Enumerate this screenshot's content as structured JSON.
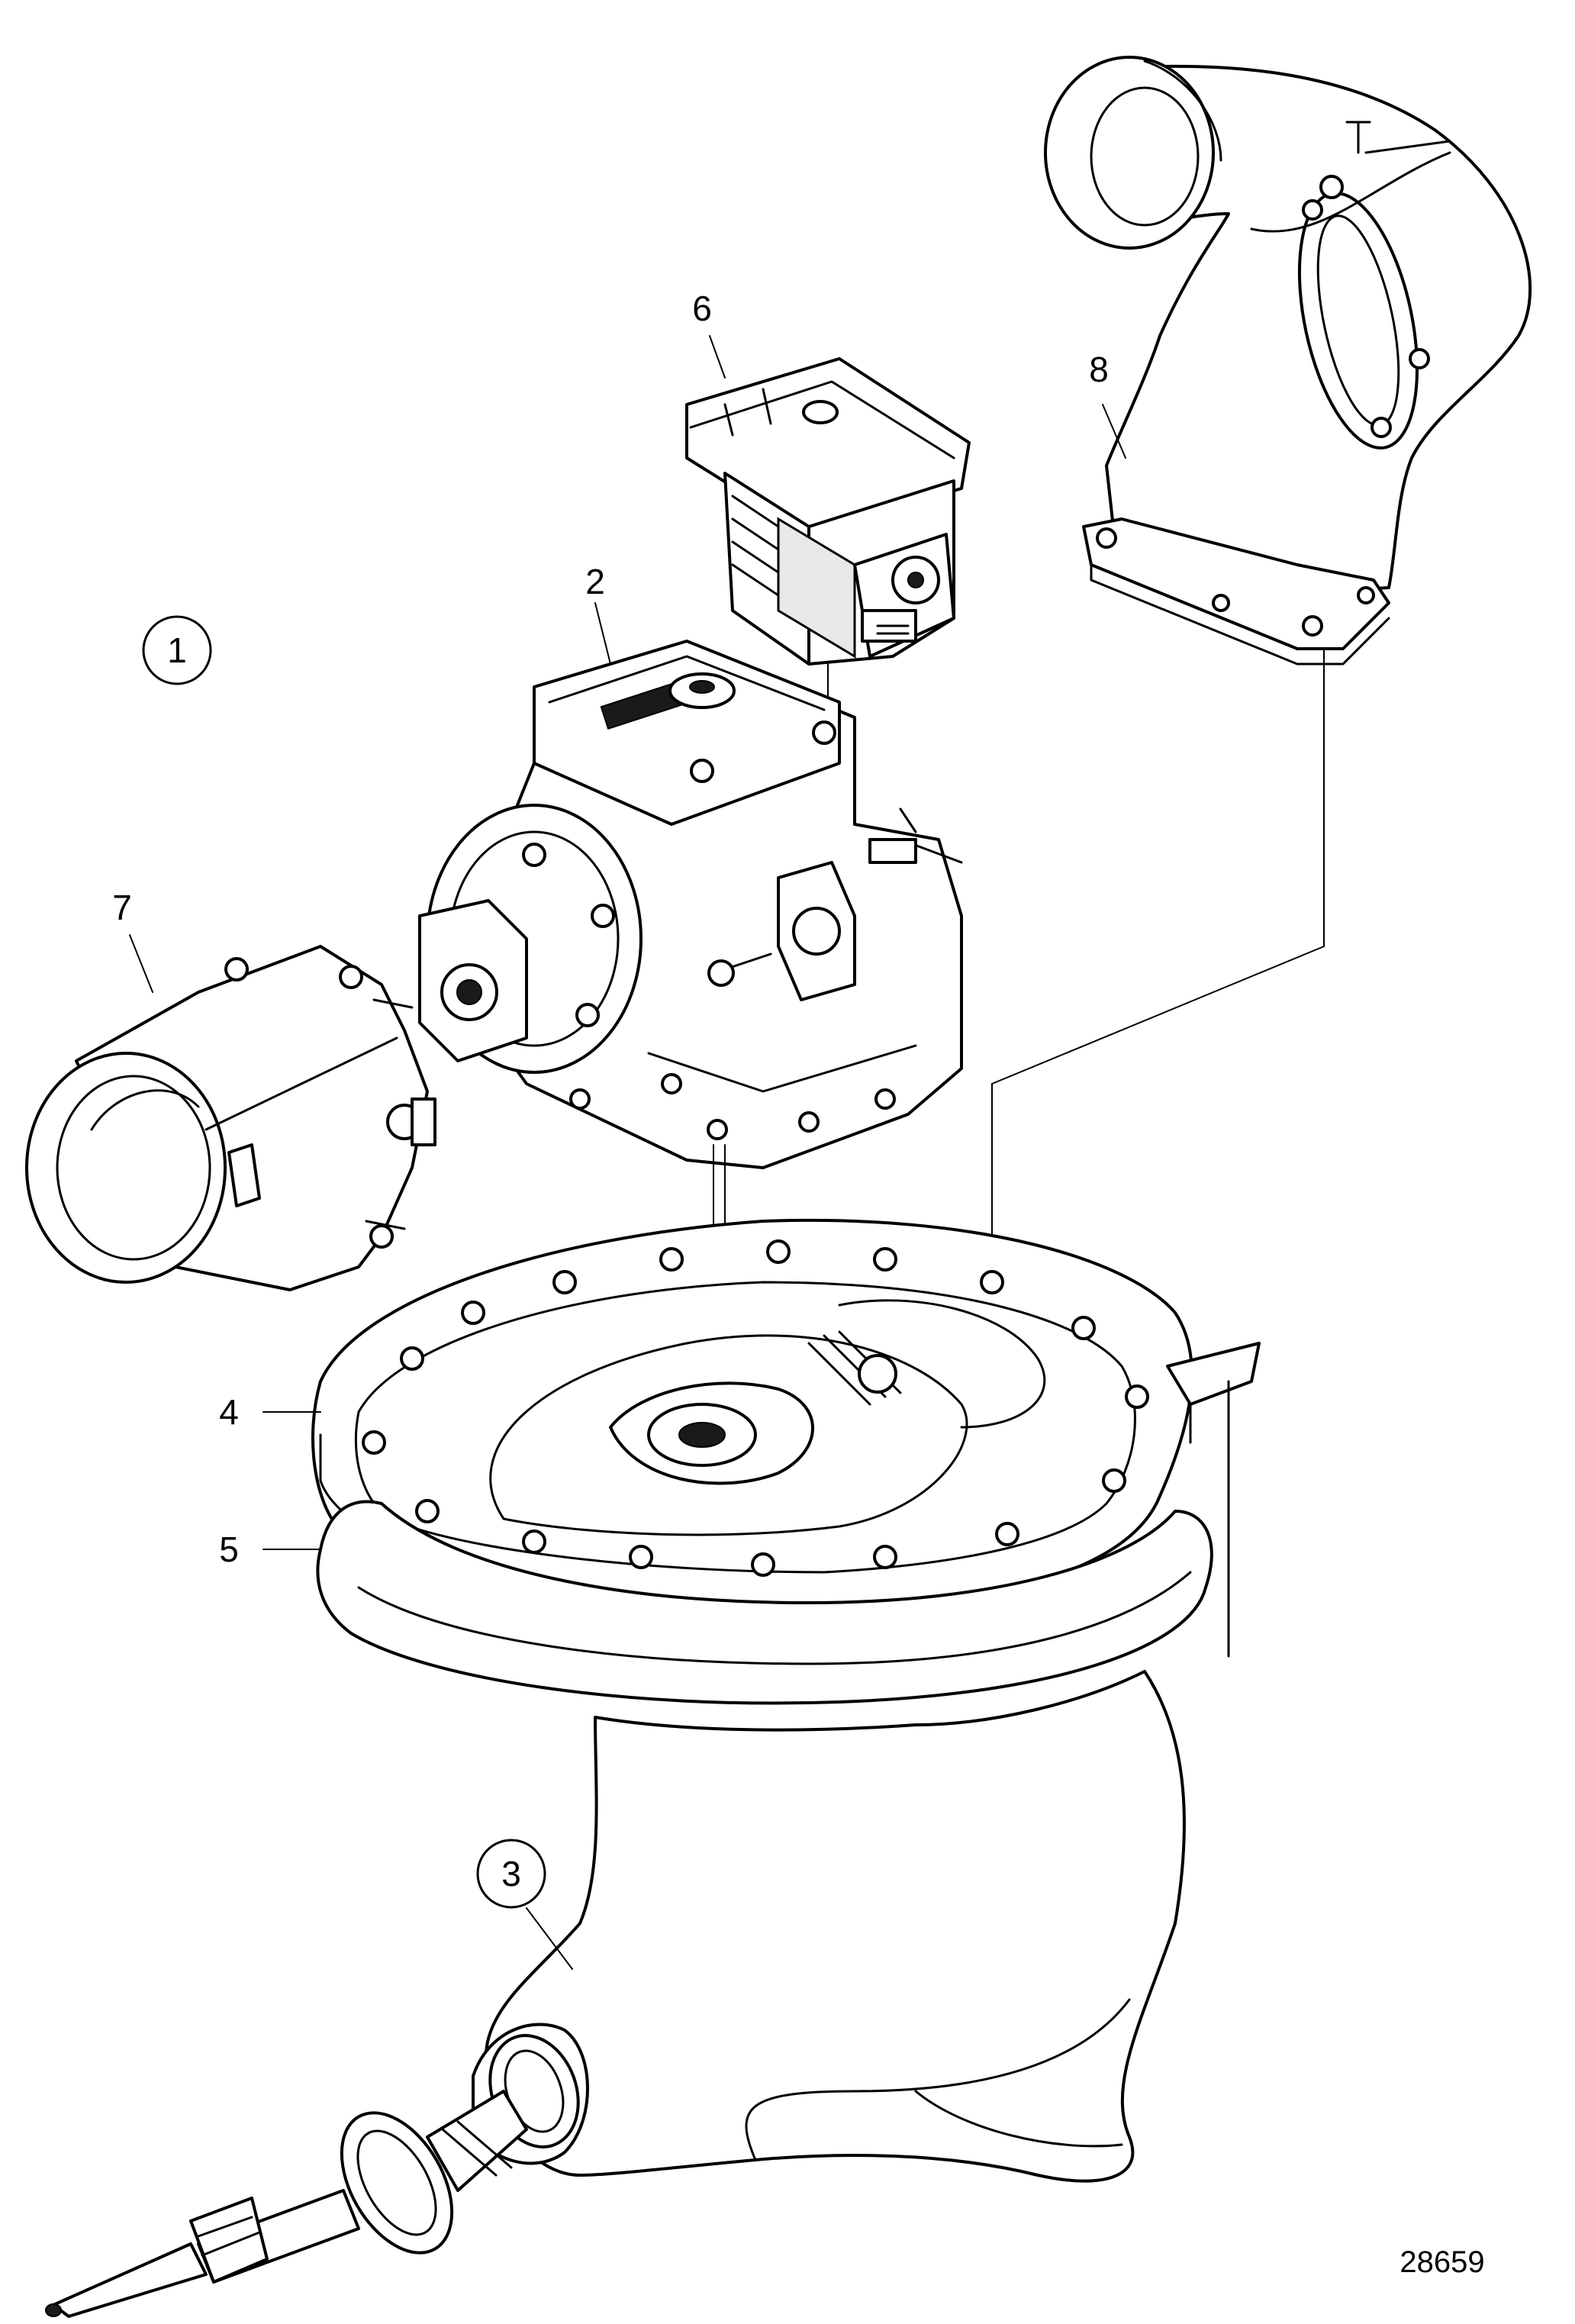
{
  "figure": {
    "reference_number": "28659",
    "callouts": [
      {
        "id": "1",
        "text": "1",
        "circled": true
      },
      {
        "id": "2",
        "text": "2",
        "circled": false
      },
      {
        "id": "3",
        "text": "3",
        "circled": true
      },
      {
        "id": "4",
        "text": "4",
        "circled": false
      },
      {
        "id": "5",
        "text": "5",
        "circled": false
      },
      {
        "id": "6",
        "text": "6",
        "circled": false
      },
      {
        "id": "7",
        "text": "7",
        "circled": false
      },
      {
        "id": "8",
        "text": "8",
        "circled": false
      }
    ]
  }
}
